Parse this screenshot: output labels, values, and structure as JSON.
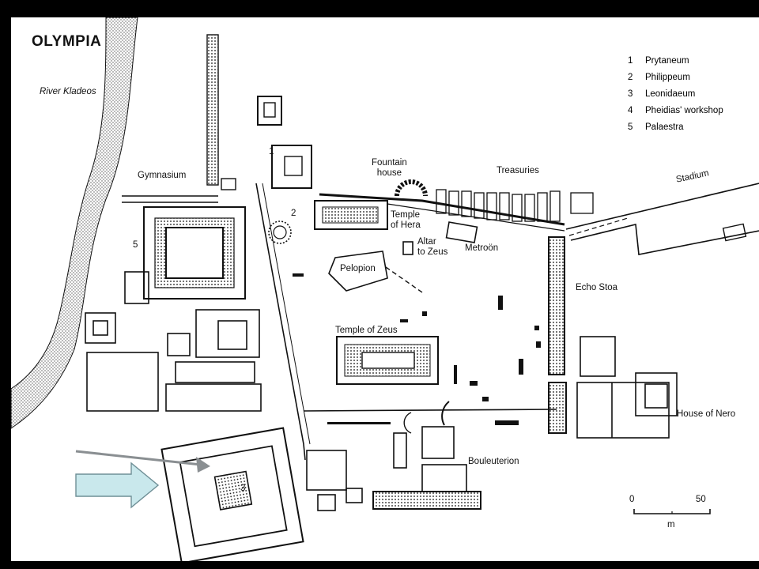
{
  "map": {
    "title": "OLYMPIA",
    "river": "River Kladeos",
    "labels": {
      "gymnasium": "Gymnasium",
      "palaestra_num": "5",
      "prytaneum_num": "1",
      "philippeum_num": "2",
      "leonidaeum_num": "3",
      "fountain_house": "Fountain\nhouse",
      "treasuries": "Treasuries",
      "stadium": "Stadium",
      "temple_hera": "Temple\nof Hera",
      "altar_zeus": "Altar\nto Zeus",
      "metroon": "Metroön",
      "pelopion": "Pelopion",
      "echo_stoa": "Echo Stoa",
      "temple_zeus": "Temple of Zeus",
      "house_nero": "House of Nero",
      "bouleuterion": "Bouleuterion"
    },
    "legend": [
      {
        "num": "1",
        "name": "Prytaneum"
      },
      {
        "num": "2",
        "name": "Philippeum"
      },
      {
        "num": "3",
        "name": "Leonidaeum"
      },
      {
        "num": "4",
        "name": "Pheidias' workshop"
      },
      {
        "num": "5",
        "name": "Palaestra"
      }
    ],
    "scale": {
      "start": "0",
      "end": "50",
      "unit": "m"
    }
  },
  "colors": {
    "background": "#000000",
    "paper": "#ffffff",
    "ink": "#111111",
    "arrow_fill": "#c9e8ec",
    "pointer": "#8a8f92"
  }
}
